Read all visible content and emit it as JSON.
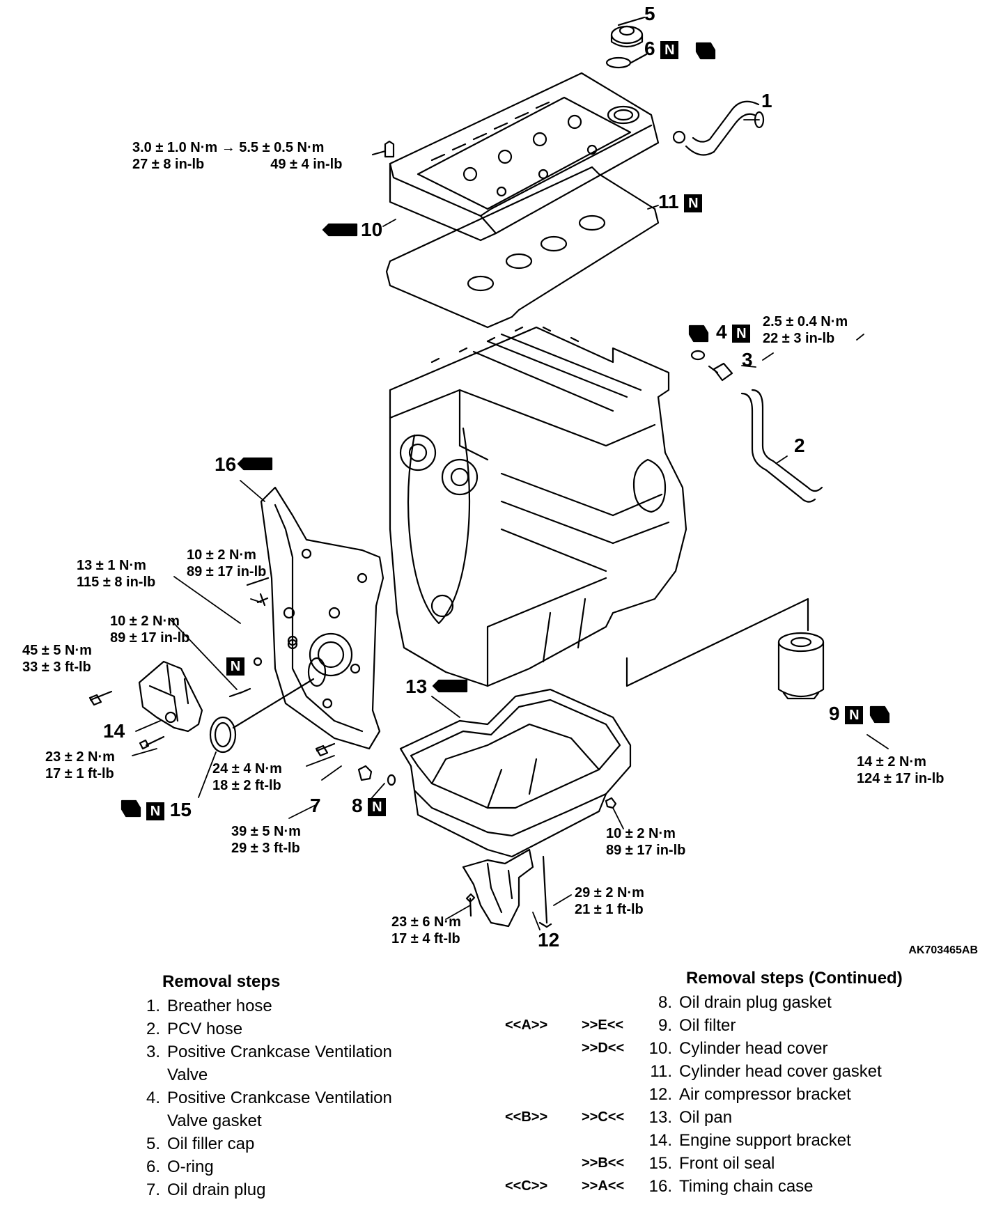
{
  "image_code": "AK703465AB",
  "callouts": {
    "c1": "1",
    "c2": "2",
    "c3": "3",
    "c4": "4",
    "c5": "5",
    "c6": "6",
    "c7": "7",
    "c8": "8",
    "c9": "9",
    "c10": "10",
    "c11": "11",
    "c12": "12",
    "c13": "13",
    "c14": "14",
    "c15": "15",
    "c16": "16",
    "n_mark": "N"
  },
  "torques": {
    "t_cover_a": "3.0 ± 1.0 N·m → 5.5 ± 0.5 N·m",
    "t_cover_b": "27 ± 8 in-lb",
    "t_cover_c": "49 ± 4 in-lb",
    "t_pcv_a": "2.5 ± 0.4 N·m",
    "t_pcv_b": "22 ± 3 in-lb",
    "t_case1_a": "10 ± 2 N·m",
    "t_case1_b": "89 ± 17 in-lb",
    "t_case2_a": "13 ± 1 N·m",
    "t_case2_b": "115 ± 8 in-lb",
    "t_case3_a": "10 ± 2 N·m",
    "t_case3_b": "89 ± 17 in-lb",
    "t_sup1_a": "45 ± 5 N·m",
    "t_sup1_b": "33 ± 3 ft-lb",
    "t_sup2_a": "23 ± 2 N·m",
    "t_sup2_b": "17 ± 1 ft-lb",
    "t_pan1_a": "24 ± 4 N·m",
    "t_pan1_b": "18 ± 2 ft-lb",
    "t_plug_a": "39 ± 5 N·m",
    "t_plug_b": "29 ± 3 ft-lb",
    "t_pan2_a": "10 ± 2 N·m",
    "t_pan2_b": "89 ± 17 in-lb",
    "t_filter_a": "14 ± 2 N·m",
    "t_filter_b": "124 ± 17 in-lb",
    "t_comp1_a": "29 ± 2 N·m",
    "t_comp1_b": "21 ± 1 ft-lb",
    "t_comp2_a": "23 ± 6 N·m",
    "t_comp2_b": "17 ± 4 ft-lb"
  },
  "removal_steps": {
    "title": "Removal steps",
    "items": [
      {
        "n": "1.",
        "text": "Breather hose"
      },
      {
        "n": "2.",
        "text": "PCV hose"
      },
      {
        "n": "3.",
        "text": "Positive Crankcase Ventilation Valve"
      },
      {
        "n": "4.",
        "text": "Positive Crankcase Ventilation Valve gasket"
      },
      {
        "n": "5.",
        "text": "Oil filler cap"
      },
      {
        "n": "6.",
        "text": "O-ring"
      },
      {
        "n": "7.",
        "text": "Oil drain plug"
      }
    ]
  },
  "removal_steps_continued": {
    "title": "Removal steps (Continued)",
    "items": [
      {
        "r1": "",
        "r2": "",
        "n": "8.",
        "text": "Oil drain plug gasket"
      },
      {
        "r1": "<<A>>",
        "r2": ">>E<<",
        "n": "9.",
        "text": "Oil filter"
      },
      {
        "r1": "",
        "r2": ">>D<<",
        "n": "10.",
        "text": "Cylinder head cover"
      },
      {
        "r1": "",
        "r2": "",
        "n": "11.",
        "text": "Cylinder head cover gasket"
      },
      {
        "r1": "",
        "r2": "",
        "n": "12.",
        "text": "Air compressor bracket"
      },
      {
        "r1": "<<B>>",
        "r2": ">>C<<",
        "n": "13.",
        "text": "Oil pan"
      },
      {
        "r1": "",
        "r2": "",
        "n": "14.",
        "text": "Engine support bracket"
      },
      {
        "r1": "",
        "r2": ">>B<<",
        "n": "15.",
        "text": "Front oil seal"
      },
      {
        "r1": "<<C>>",
        "r2": ">>A<<",
        "n": "16.",
        "text": "Timing chain case"
      }
    ]
  }
}
